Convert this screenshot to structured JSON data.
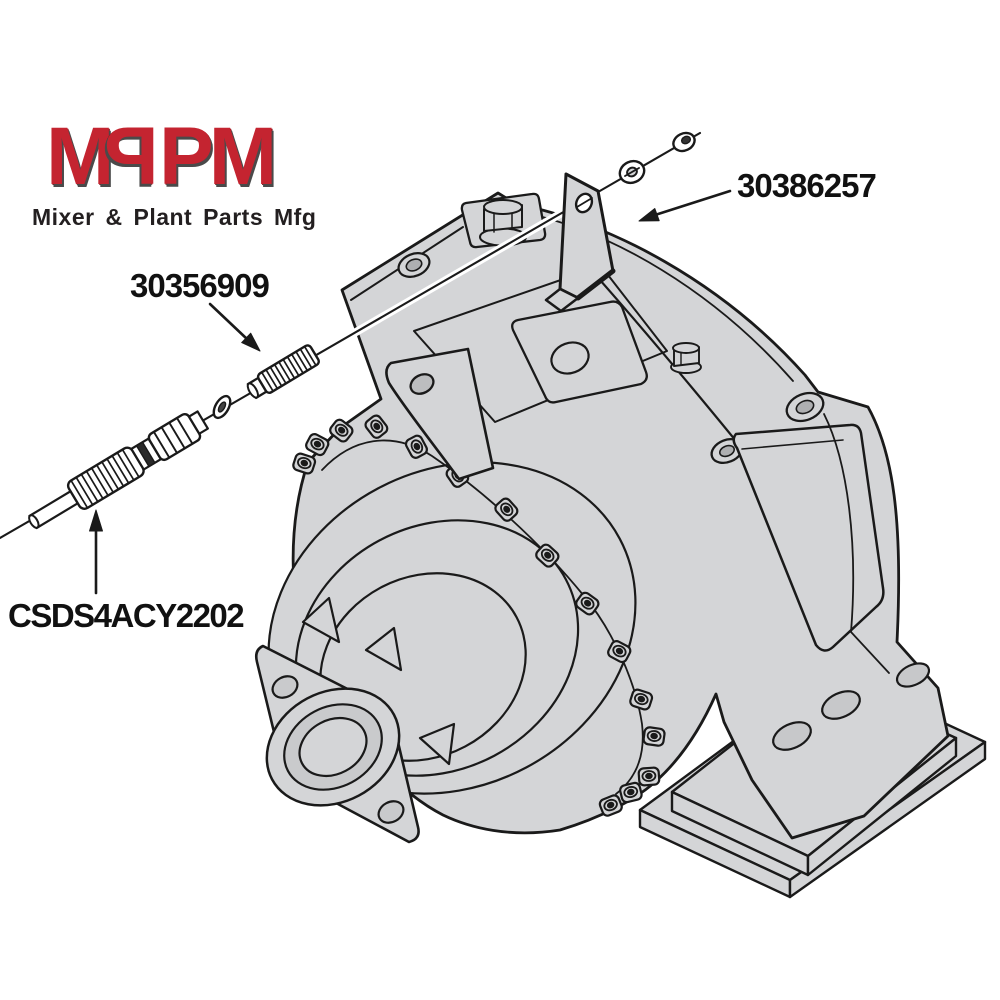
{
  "logo": {
    "letters": [
      "M",
      "P",
      "P",
      "M"
    ],
    "tagline": "Mixer & Plant Parts Mfg",
    "brand_color": "#c42430",
    "tagline_color": "#231f20"
  },
  "parts": {
    "bracket": {
      "part_number": "30386257"
    },
    "stud": {
      "part_number": "30356909"
    },
    "sensor": {
      "part_number": "CSDS4ACY2202"
    }
  },
  "diagram": {
    "background": "#ffffff",
    "line_color": "#1a1a1a",
    "body_fill": "#d4d5d7"
  }
}
